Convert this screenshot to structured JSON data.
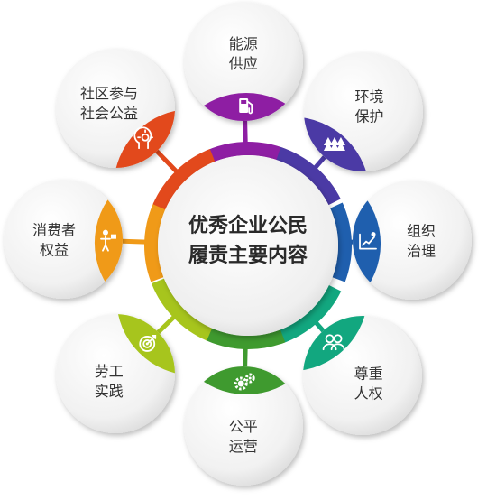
{
  "center": {
    "line1": "优秀企业公民",
    "line2": "履责主要内容"
  },
  "nodes": [
    {
      "id": "energy",
      "line1": "能源",
      "line2": "供应",
      "color": "#8e1ea3",
      "icon": "fuel-pump-icon"
    },
    {
      "id": "environment",
      "line1": "环境",
      "line2": "保护",
      "color": "#4b3aa5",
      "icon": "trees-icon"
    },
    {
      "id": "governance",
      "line1": "组织",
      "line2": "治理",
      "color": "#1f5fae",
      "icon": "growth-chart-icon"
    },
    {
      "id": "human-rights",
      "line1": "尊重",
      "line2": "人权",
      "color": "#12a77f",
      "icon": "people-icon"
    },
    {
      "id": "fair-ops",
      "line1": "公平",
      "line2": "运营",
      "color": "#3f9a2f",
      "icon": "gears-icon"
    },
    {
      "id": "labor",
      "line1": "劳工",
      "line2": "实践",
      "color": "#a7c51d",
      "icon": "target-icon"
    },
    {
      "id": "consumer",
      "line1": "消费者",
      "line2": "权益",
      "color": "#f09a18",
      "icon": "presenter-icon"
    },
    {
      "id": "community",
      "line1": "社区参与",
      "line2": "社会公益",
      "color": "#e2491c",
      "icon": "lightbulb-head-icon"
    }
  ]
}
